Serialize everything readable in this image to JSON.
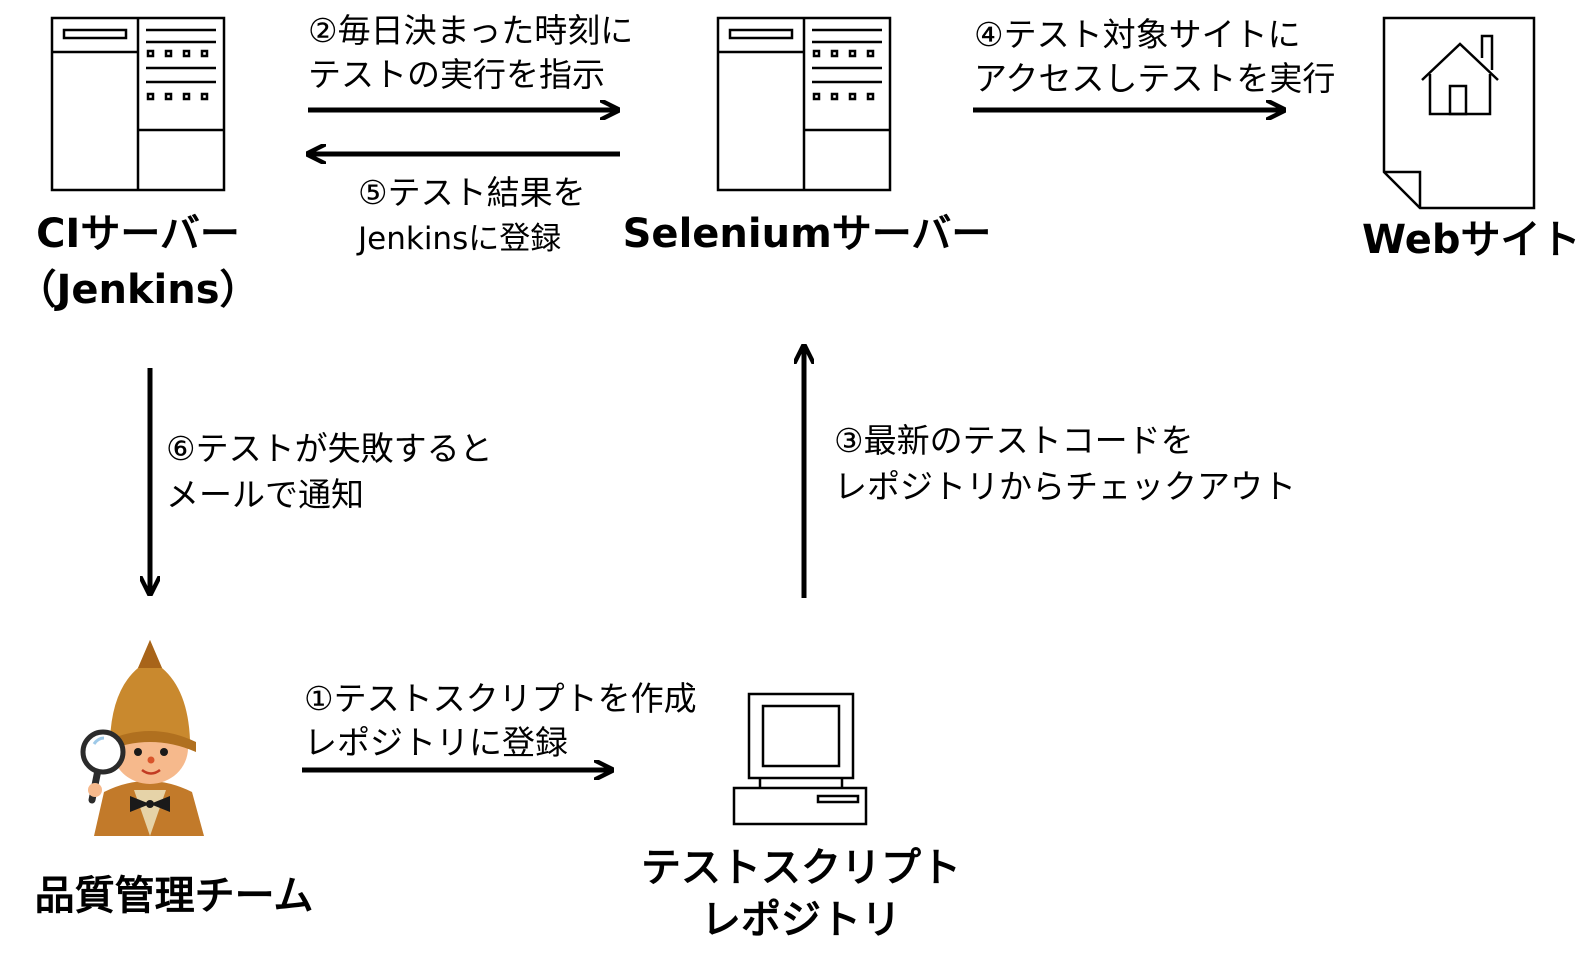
{
  "nodes": {
    "ci_server": {
      "title": "CIサーバー",
      "subtitle": "（Jenkins）"
    },
    "selenium_server": {
      "title": "Seleniumサーバー"
    },
    "website": {
      "title": "Webサイト"
    },
    "qa_team": {
      "title": "品質管理チーム"
    },
    "repository": {
      "title_line1": "テストスクリプト",
      "title_line2": "レポジトリ"
    }
  },
  "steps": {
    "step1": {
      "line1": "①テストスクリプトを作成",
      "line2": "レポジトリに登録"
    },
    "step2": {
      "line1": "②毎日決まった時刻に",
      "line2": "テストの実行を指示"
    },
    "step3": {
      "line1": "③最新のテストコードを",
      "line2": "レポジトリからチェックアウト"
    },
    "step4": {
      "line1": "④テスト対象サイトに",
      "line2": "アクセスしテストを実行"
    },
    "step5": {
      "line1": "⑤テスト結果を",
      "line2": "Jenkinsに登録"
    },
    "step6": {
      "line1": "⑥テストが失敗すると",
      "line2": "メールで通知"
    }
  }
}
